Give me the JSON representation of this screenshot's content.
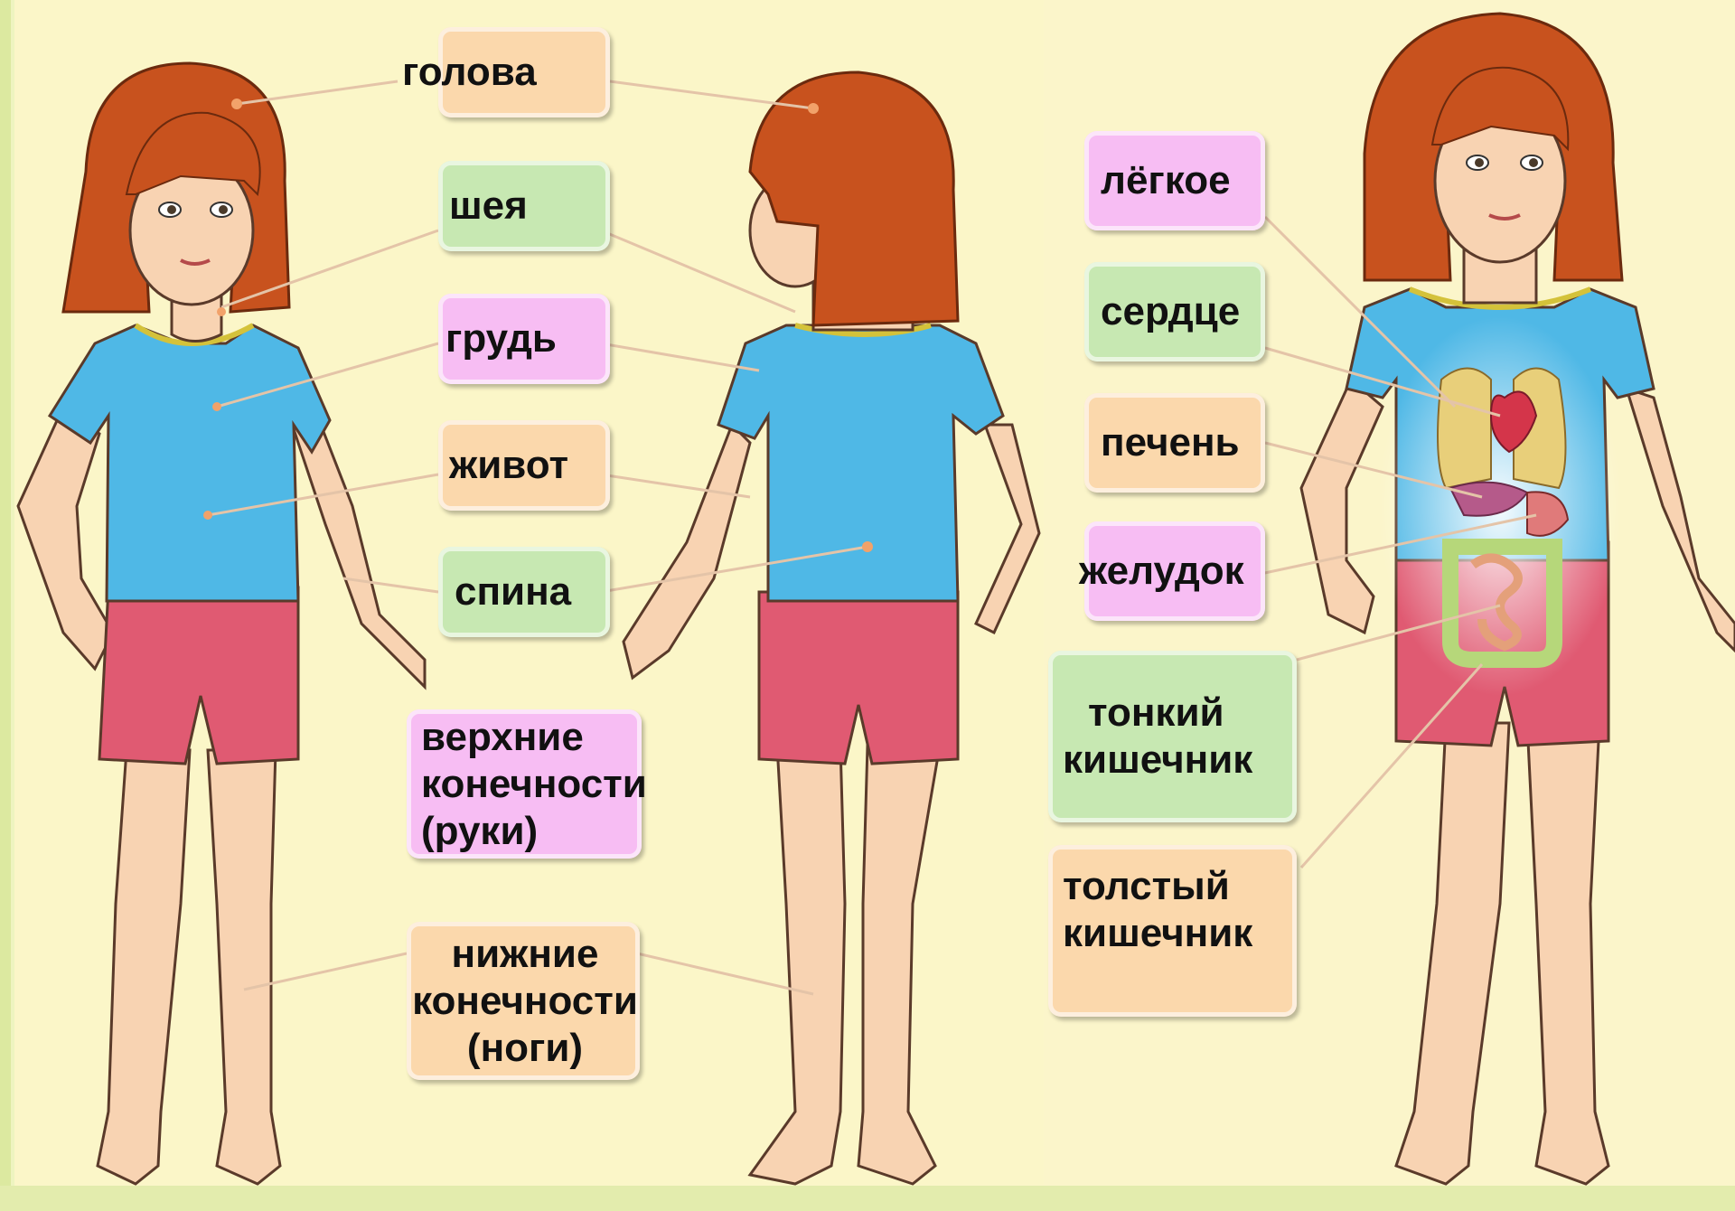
{
  "labels": {
    "head": "голова",
    "neck": "шея",
    "chest": "грудь",
    "belly": "живот",
    "back": "спина",
    "arms_1": "верхние",
    "arms_2": "конечности",
    "arms_3": "(руки)",
    "legs_1": "нижние",
    "legs_2": "конечности",
    "legs_3": "(ноги)",
    "lung": "лёгкое",
    "heart": "сердце",
    "liver": "печень",
    "stomach": "желудок",
    "small_int_1": "тонкий",
    "small_int_2": "кишечник",
    "large_int_1": "толстый",
    "large_int_2": "кишечник"
  },
  "colors": {
    "peach": "#fbd8ac",
    "green": "#c7e8b2",
    "pink": "#f7bdf3",
    "hair": "#c8521e",
    "shirt": "#4fb8e6",
    "shorts": "#e05a72",
    "skin": "#f8d3b2"
  }
}
